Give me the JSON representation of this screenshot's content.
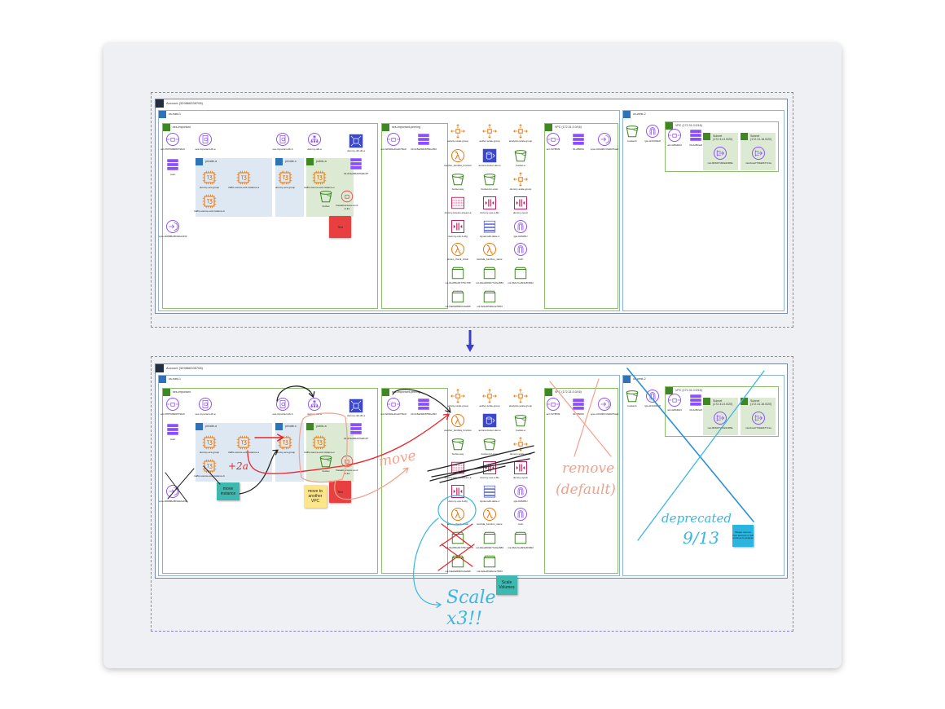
{
  "diagram": {
    "account_label": "Account (329866335708)",
    "regions": [
      {
        "id": "r1",
        "label": "us-east-1"
      },
      {
        "id": "r2",
        "label": "us-west-2"
      }
    ],
    "vpcs": [
      {
        "id": "v1",
        "label": "ses-important"
      },
      {
        "id": "v2",
        "label": "ses-important-peering"
      },
      {
        "id": "v3",
        "label": "VPC (172.31.0.0/16)"
      },
      {
        "id": "v4",
        "label": "VPC (172.31.0.0/16)"
      }
    ],
    "subnets": [
      {
        "id": "s1",
        "label": "private-a",
        "kind": "private"
      },
      {
        "id": "s2",
        "label": "private-c",
        "kind": "private"
      },
      {
        "id": "s3",
        "label": "public-a",
        "kind": "public"
      },
      {
        "id": "s4",
        "label": "Subnet (172.31.0.0/20)",
        "kind": "public"
      },
      {
        "id": "s5",
        "label": "Subnet (172.31.16.0/20)",
        "kind": "public"
      }
    ],
    "test_label": "Test",
    "nodes": [
      {
        "id": "acl1",
        "type": "nacl",
        "label": "acl-0787b08d6b79bc0"
      },
      {
        "id": "dbsg1",
        "type": "dbsubnet",
        "label": "ses-important-db-a"
      },
      {
        "id": "dbsg2",
        "type": "dbsubnet",
        "label": "ses-important-db-b"
      },
      {
        "id": "alb",
        "type": "elb",
        "label": "dummy-alb-a"
      },
      {
        "id": "nlb",
        "type": "nlbsq",
        "label": "dummy-nlb-db-a"
      },
      {
        "id": "rtb1",
        "type": "rtb",
        "label": "main"
      },
      {
        "id": "rtb2",
        "type": "rtb",
        "label": "rtb-07ae6f6d07fa6b4f7"
      },
      {
        "id": "vpce1",
        "type": "endpoint",
        "label": "vpce-0068f8ef6f33d2e333"
      },
      {
        "id": "t1",
        "type": "t3a",
        "label": "dummy-ecs-group"
      },
      {
        "id": "t2",
        "type": "t3a",
        "label": "traffic-source-ec2-instance-a"
      },
      {
        "id": "t3",
        "type": "t3a",
        "label": "traffic-source-ec2-instance-b"
      },
      {
        "id": "t4",
        "type": "t3a",
        "label": "dummy-ecs-group"
      },
      {
        "id": "t5",
        "type": "t3a",
        "label": "traffic-source-ec2-instance-c"
      },
      {
        "id": "bkt0",
        "type": "bucket",
        "label": "bucket"
      },
      {
        "id": "nfw",
        "type": "redcircle",
        "label": "firewall-access-control-list"
      },
      {
        "id": "acl2",
        "type": "nacl",
        "label": "acl-02c6d0e1ba1f7f0e9"
      },
      {
        "id": "rtb3",
        "type": "rtb",
        "label": "rtb-0c8a0b6b87f8ce653"
      },
      {
        "id": "m11",
        "type": "asg",
        "label": "activity-scale-group"
      },
      {
        "id": "m12",
        "type": "asg",
        "label": "aether-scale-group"
      },
      {
        "id": "m13",
        "type": "asg",
        "label": "analytics-scale-group"
      },
      {
        "id": "m21",
        "type": "lambda",
        "label": "another_lambda_function"
      },
      {
        "id": "m22",
        "type": "aurora",
        "label": "aurora-cluster-demo"
      },
      {
        "id": "m23",
        "type": "bucket",
        "label": "bucket-a"
      },
      {
        "id": "m31",
        "type": "bucket",
        "label": "bucket-say"
      },
      {
        "id": "m32",
        "type": "bucket",
        "label": "bucket-for-scan"
      },
      {
        "id": "m33",
        "type": "asg",
        "label": "dummy-scale-group"
      },
      {
        "id": "m41",
        "type": "kinesis",
        "label": "dummy-kinesis-stream-a"
      },
      {
        "id": "m42",
        "type": "firehose",
        "label": "dummy-ops-a-ftls"
      },
      {
        "id": "m43",
        "type": "firehose",
        "label": "dummy-ops-b"
      },
      {
        "id": "m51",
        "type": "firehose",
        "label": "dummy-ops-b-dfg"
      },
      {
        "id": "m52",
        "type": "dynamo",
        "label": "dynamodb-table-1"
      },
      {
        "id": "m53",
        "type": "igw",
        "label": "igw-0c8c8f1f"
      },
      {
        "id": "m61",
        "type": "lambda",
        "label": "james_check_chain"
      },
      {
        "id": "m62",
        "type": "lambda",
        "label": "lambda_function_name"
      },
      {
        "id": "m63",
        "type": "igw",
        "label": "main"
      },
      {
        "id": "m71",
        "type": "volume",
        "label": "vol-01e8f0e0b77f0c708"
      },
      {
        "id": "m72",
        "type": "volume",
        "label": "vol-0dea9f0db77a0ec883"
      },
      {
        "id": "m73",
        "type": "volume",
        "label": "vol-0b2e7ea6f3e6f3992"
      },
      {
        "id": "m81",
        "type": "volume",
        "label": "vol-0de8ef8f2b0c4a295"
      },
      {
        "id": "m82",
        "type": "volume",
        "label": "vol-0e9e4f6d0e1a7f453"
      },
      {
        "id": "acl3",
        "type": "nacl",
        "label": "acl-7d7f80f3"
      },
      {
        "id": "rtb4",
        "type": "rtb",
        "label": "rtb-df60f3c"
      },
      {
        "id": "vpce2",
        "type": "endpoint",
        "label": "vpce-0c6d3b7c9a507faa8"
      },
      {
        "id": "bkt2",
        "type": "bucket",
        "label": "bucket-b"
      },
      {
        "id": "igw3",
        "type": "igw",
        "label": "igw-0c1b6f0e8"
      },
      {
        "id": "acl4",
        "type": "nacl",
        "label": "acl-d2f0d0d4"
      },
      {
        "id": "rtb5",
        "type": "rtb",
        "label": "rtb-0c8f2a1f"
      },
      {
        "id": "nat1",
        "type": "nat",
        "label": "nat-0f2b0f7d30a3c9f8a"
      },
      {
        "id": "nat2",
        "type": "nat",
        "label": "nat-0cea7730a6b77c1a"
      }
    ]
  },
  "annotations": {
    "plus_2a": "+2a",
    "move": "move",
    "remove_line1": "remove",
    "remove_line2": "(default)",
    "deprecated_line1": "deprecated",
    "deprecated_line2": "9/13",
    "scale_line1": "Scale",
    "scale_line2": "x3!!",
    "sticky_move_instance": "move instance",
    "sticky_move_vpc": "move to another VPC",
    "sticky_scale_volumes": "Scale Volumes",
    "sticky_remove_account": "Please remove from account or will continue to analyze"
  },
  "colors": {
    "sticky_teal": "#3fb8b0",
    "sticky_yellow": "#fde68a",
    "sticky_blue": "#29b5e0",
    "ink_red": "#e8242a",
    "ink_orange": "#f5a08a",
    "ink_blue": "#3cb6e3",
    "ink_dark_blue": "#2a8fd8",
    "arrow": "#3b3fc9"
  }
}
